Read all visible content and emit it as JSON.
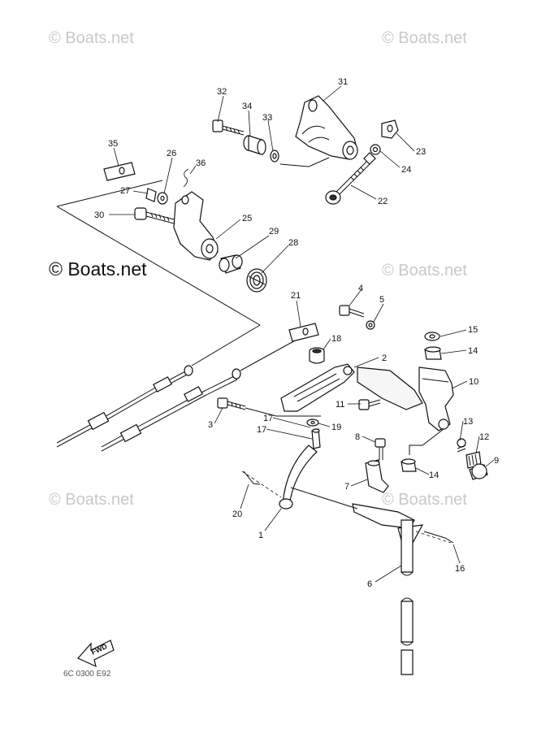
{
  "watermarks": {
    "top_left": "© Boats.net",
    "top_right": "© Boats.net",
    "main": "© Boats.net",
    "mid_right": "© Boats.net",
    "bottom_left": "© Boats.net",
    "bottom_right": "© Boats.net"
  },
  "fwd_label": "FWD",
  "diagram_code": "6C 0300 E92",
  "callouts": [
    "1",
    "2",
    "3",
    "4",
    "5",
    "6",
    "7",
    "8",
    "9",
    "10",
    "11",
    "12",
    "13",
    "14",
    "14",
    "15",
    "16",
    "17",
    "17",
    "18",
    "19",
    "20",
    "21",
    "22",
    "23",
    "24",
    "25",
    "26",
    "27",
    "28",
    "29",
    "30",
    "31",
    "32",
    "33",
    "34",
    "35",
    "36"
  ]
}
